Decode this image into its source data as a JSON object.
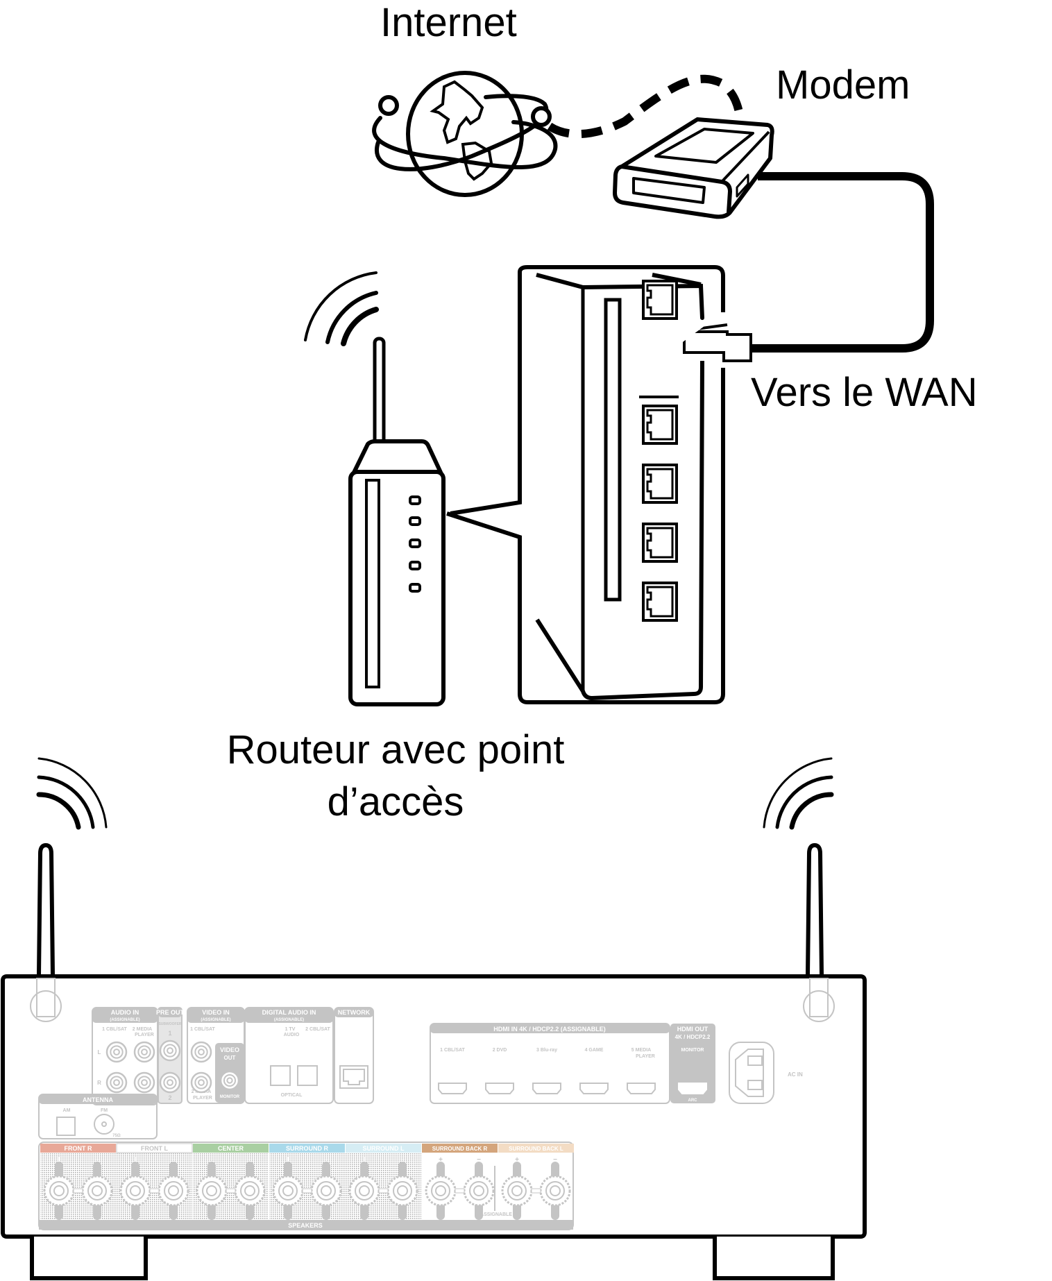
{
  "labels": {
    "internet": "Internet",
    "modem": "Modem",
    "wan": "Vers le WAN",
    "router_line1": "Routeur avec point",
    "router_line2": "d’accès"
  },
  "receiver": {
    "audio_in": {
      "title": "AUDIO",
      "badge": "IN",
      "sub": "(ASSIGNABLE)",
      "inputs": [
        "1 CBL/SAT",
        "2 MEDIA",
        "PLAYER"
      ],
      "channels": [
        "L",
        "R"
      ]
    },
    "pre_out": {
      "title": "PRE OUT",
      "sub": "SUBWOOFER",
      "ports": [
        "1",
        "2"
      ]
    },
    "video_in": {
      "title": "VIDEO",
      "badge": "IN",
      "sub": "(ASSIGNABLE)",
      "inputs": [
        "1 CBL/SAT",
        "2 MEDIA",
        "PLAYER"
      ]
    },
    "video_out": {
      "title": "VIDEO",
      "badge": "OUT",
      "port": "MONITOR"
    },
    "digital_audio": {
      "title": "DIGITAL AUDIO",
      "badge": "IN",
      "sub": "(ASSIGNABLE)",
      "inputs": [
        "1  TV",
        "AUDIO",
        "2 CBL/SAT"
      ],
      "type": "OPTICAL"
    },
    "network": {
      "title": "NETWORK"
    },
    "antenna": {
      "title": "ANTENNA",
      "am": "AM",
      "fm": "FM",
      "ohm": "75Ω"
    },
    "hdmi_in": {
      "title": "HDMI",
      "badge": "IN",
      "spec": "4K / HDCP2.2",
      "sub": "(ASSIGNABLE)",
      "inputs": [
        {
          "num": "1",
          "name": "CBL/SAT",
          "name2": ""
        },
        {
          "num": "2",
          "name": "DVD",
          "name2": ""
        },
        {
          "num": "3",
          "name": "Blu-ray",
          "name2": ""
        },
        {
          "num": "4",
          "name": "GAME",
          "name2": ""
        },
        {
          "num": "5",
          "name": "MEDIA",
          "name2": "PLAYER"
        }
      ]
    },
    "hdmi_out": {
      "title": "HDMI",
      "badge": "OUT",
      "spec": "4K / HDCP2.2",
      "port": "MONITOR",
      "arc": "ARC"
    },
    "ac_in": "AC IN",
    "speakers": {
      "title": "SPEAKERS",
      "assignable": "ASSIGNABLE",
      "channels": [
        {
          "label": "FRONT",
          "side": "R",
          "color": "#e8a898"
        },
        {
          "label": "FRONT",
          "side": "L",
          "color": "#ffffff"
        },
        {
          "label": "CENTER",
          "side": "",
          "color": "#a9cfa2"
        },
        {
          "label": "SURROUND",
          "side": "R",
          "color": "#a9d9ea"
        },
        {
          "label": "SURROUND",
          "side": "L",
          "color": "#d6edf4"
        },
        {
          "label": "SURROUND BACK",
          "side": "R",
          "color": "#d4a57c"
        },
        {
          "label": "SURROUND BACK",
          "side": "L",
          "color": "#f3dcc4"
        }
      ]
    }
  },
  "colors": {
    "line": "#000000",
    "panel_gray": "#c4c4c4"
  }
}
